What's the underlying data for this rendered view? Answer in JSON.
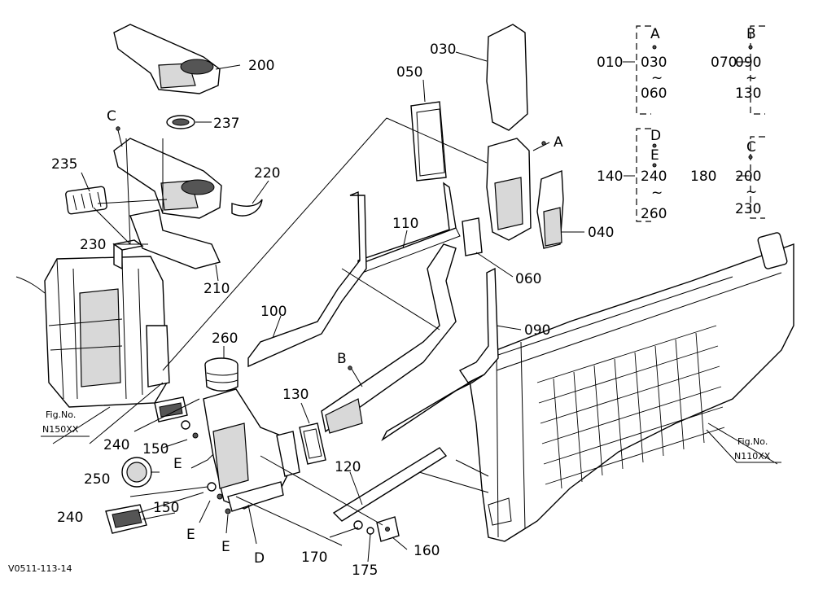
{
  "callouts": {
    "p200": "200",
    "p237": "237",
    "p220": "220",
    "p210": "210",
    "p235": "235",
    "p230": "230",
    "p050": "050",
    "p030": "030",
    "p040": "040",
    "p060": "060",
    "p110": "110",
    "p100": "100",
    "p090": "090",
    "p260": "260",
    "p130": "130",
    "p120": "120",
    "p240a": "240",
    "p240b": "240",
    "p150a": "150",
    "p150b": "150",
    "p250": "250",
    "p170": "170",
    "p175": "175",
    "p160": "160"
  },
  "letters": {
    "c": "C",
    "a": "A",
    "b": "B",
    "d": "D",
    "e1": "E",
    "e2": "E",
    "e3": "E"
  },
  "fig_refs": {
    "left_line1": "Fig.No.",
    "left_line2": "N150XX",
    "right_line1": "Fig.No.",
    "right_line2": "N110XX"
  },
  "groups": [
    {
      "key": "010",
      "letters": [
        "A"
      ],
      "from": "030",
      "tilde": "~",
      "to": "060"
    },
    {
      "key": "070",
      "letters": [
        "B"
      ],
      "from": "090",
      "tilde": "~",
      "to": "130"
    },
    {
      "key": "140",
      "letters": [
        "D",
        "E"
      ],
      "from": "240",
      "tilde": "~",
      "to": "260"
    },
    {
      "key": "180",
      "letters": [
        "C"
      ],
      "from": "200",
      "tilde": "~",
      "to": "230"
    }
  ],
  "diagram_code": "V0511-113-14"
}
